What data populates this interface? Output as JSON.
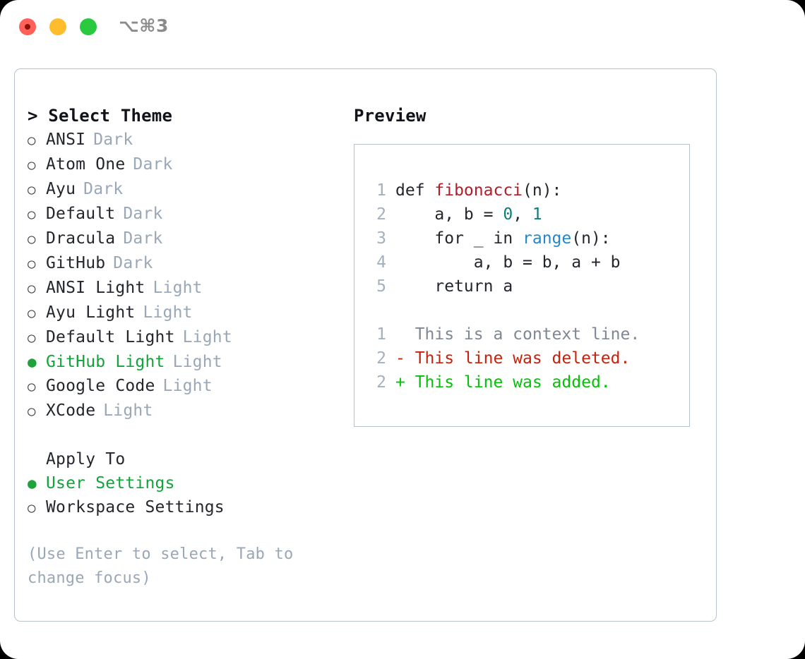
{
  "window": {
    "shortcut_label": "⌥⌘3",
    "traffic_lights": [
      "close",
      "minimize",
      "zoom"
    ]
  },
  "theme_list": {
    "header": "> Select Theme",
    "bullet_off": "○",
    "bullet_on": "●",
    "items": [
      {
        "name": "ANSI",
        "badge": "Dark",
        "selected": false
      },
      {
        "name": "Atom One",
        "badge": "Dark",
        "selected": false
      },
      {
        "name": "Ayu",
        "badge": "Dark",
        "selected": false
      },
      {
        "name": "Default",
        "badge": "Dark",
        "selected": false
      },
      {
        "name": "Dracula",
        "badge": "Dark",
        "selected": false
      },
      {
        "name": "GitHub",
        "badge": "Dark",
        "selected": false
      },
      {
        "name": "ANSI Light",
        "badge": "Light",
        "selected": false
      },
      {
        "name": "Ayu Light",
        "badge": "Light",
        "selected": false
      },
      {
        "name": "Default Light",
        "badge": "Light",
        "selected": false
      },
      {
        "name": "GitHub Light",
        "badge": "Light",
        "selected": true
      },
      {
        "name": "Google Code",
        "badge": "Light",
        "selected": false
      },
      {
        "name": "XCode",
        "badge": "Light",
        "selected": false
      }
    ]
  },
  "apply_to": {
    "title": "Apply To",
    "options": [
      {
        "name": "User Settings",
        "selected": true
      },
      {
        "name": "Workspace Settings",
        "selected": false
      }
    ]
  },
  "hint": "(Use Enter to select, Tab to change focus)",
  "preview": {
    "title": "Preview",
    "code": [
      {
        "ln": "1",
        "segments": [
          {
            "t": "def ",
            "c": "plain"
          },
          {
            "t": "fibonacci",
            "c": "fn"
          },
          {
            "t": "(n):",
            "c": "plain"
          }
        ]
      },
      {
        "ln": "2",
        "segments": [
          {
            "t": "    a, b = ",
            "c": "plain"
          },
          {
            "t": "0",
            "c": "num"
          },
          {
            "t": ", ",
            "c": "plain"
          },
          {
            "t": "1",
            "c": "num"
          }
        ]
      },
      {
        "ln": "3",
        "segments": [
          {
            "t": "    for _ in ",
            "c": "plain"
          },
          {
            "t": "range",
            "c": "call"
          },
          {
            "t": "(n):",
            "c": "plain"
          }
        ]
      },
      {
        "ln": "4",
        "segments": [
          {
            "t": "        a, b = b, a + b",
            "c": "plain"
          }
        ]
      },
      {
        "ln": "5",
        "segments": [
          {
            "t": "    return a",
            "c": "plain"
          }
        ]
      }
    ],
    "diff": [
      {
        "ln": "1",
        "marker": " ",
        "text": "  This is a context line.",
        "kind": "context"
      },
      {
        "ln": "2",
        "marker": "-",
        "text": "- This line was deleted.",
        "kind": "deleted"
      },
      {
        "ln": "2",
        "marker": "+",
        "text": "+ This line was added.",
        "kind": "added"
      }
    ]
  },
  "colors": {
    "selected_green": "#12a33a",
    "badge_grey": "#9aa7b6",
    "border": "#b9c2cc",
    "fn_red": "#b31d28",
    "num_teal": "#0f7c79",
    "call_blue": "#2188cc",
    "diff_delete": "#c8210b",
    "diff_add": "#06c009",
    "line_number": "#a3b0bf"
  }
}
